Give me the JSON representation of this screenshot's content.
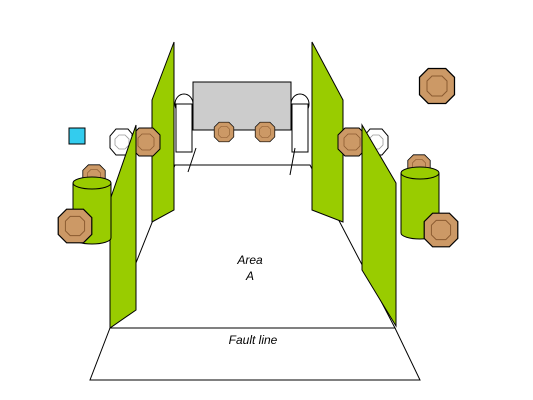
{
  "diagram": {
    "area_label_line1": "Area",
    "area_label_line2": "A",
    "fault_line_label": "Fault line"
  },
  "colors": {
    "wall_green": "#99cc00",
    "target_brown": "#cc9966",
    "target_inner": "#b07a4a",
    "barrel_green": "#99cc00",
    "backstop_gray": "#cccccc",
    "marker_blue": "#33ccee",
    "no_shoot_white": "#ffffff",
    "outline": "#000000"
  },
  "icons": {
    "brown_target": "octagon-target-icon",
    "white_target": "no-shoot-target-icon",
    "barrel": "barrel-icon",
    "square_marker": "square-marker-icon"
  }
}
